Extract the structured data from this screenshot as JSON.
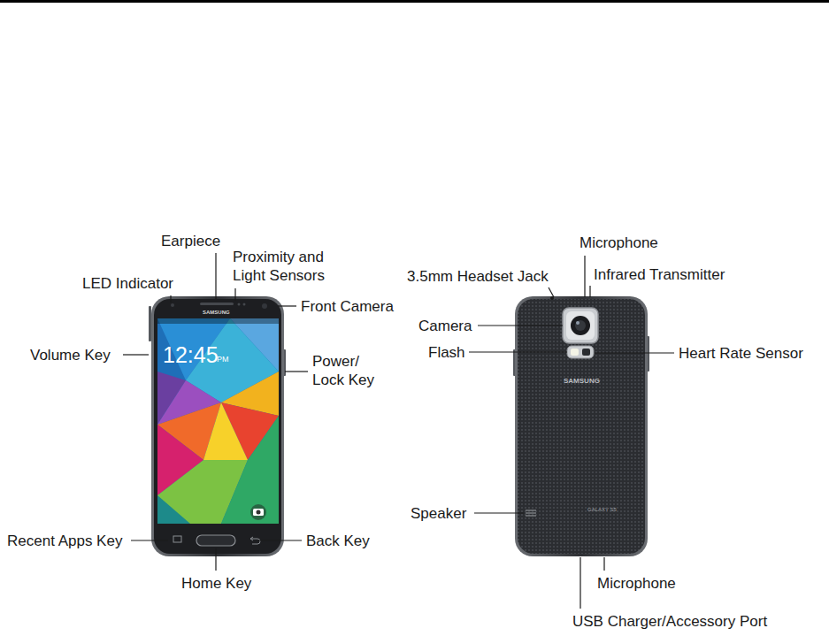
{
  "diagram": {
    "labels": [
      "Earpiece",
      "Proximity and Light Sensors",
      "LED Indicator",
      "Front Camera",
      "Volume Key",
      "Power/ Lock Key",
      "Recent Apps Key",
      "Back Key",
      "Home Key",
      "Microphone",
      "3.5mm Headset Jack",
      "Infrared Transmitter",
      "Camera",
      "Flash",
      "Heart Rate Sensor",
      "Speaker",
      "Microphone",
      "USB Charger/Accessory Port",
      "SAMSUNG",
      "12:45",
      "PM",
      "SAMSUNG",
      "GALAXY S5"
    ]
  }
}
